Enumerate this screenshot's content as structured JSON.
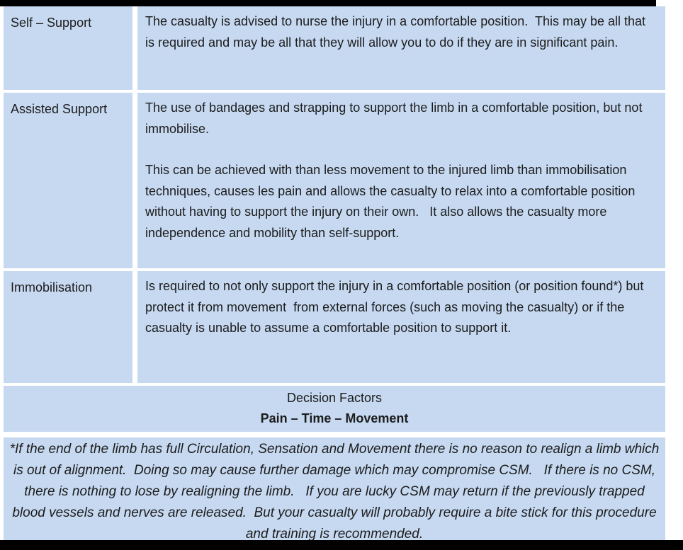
{
  "colors": {
    "cell_background": "#c6d9f1",
    "divider": "#ffffff",
    "border_bar": "#000000",
    "text": "#1c1c1c"
  },
  "table": {
    "rows": [
      {
        "label": "Self – Support",
        "paragraphs": [
          "The casualty is advised to nurse the injury in a comfortable position.  This may be all that is required and may be all that they will allow you to do if they are in significant pain."
        ]
      },
      {
        "label": "Assisted Support",
        "paragraphs": [
          "The use of bandages and strapping to support the limb in a comfortable position, but not immobilise.",
          "This can be achieved with than less movement to the injured limb than immobilisation techniques, causes les pain and allows the casualty to relax into a comfortable position without having to support the injury on their own.   It also allows the casualty more independence and mobility than self-support."
        ]
      },
      {
        "label": "Immobilisation",
        "paragraphs": [
          "Is required to not only support the injury in a comfortable position (or position found*) but protect it from movement  from external forces (such as moving the casualty) or if the casualty is unable to assume a comfortable position to support it."
        ]
      }
    ],
    "decision": {
      "title": "Decision Factors",
      "factors": "Pain – Time – Movement"
    },
    "footnote": "*If the end of the limb has full Circulation, Sensation and Movement there is no reason to realign a limb which is out of alignment.  Doing so may cause further damage which may compromise CSM.   If there is no CSM, there is nothing to lose by realigning the limb.   If you are lucky CSM may return if the previously trapped blood vessels and nerves are released.  But your casualty will probably require a bite stick for this procedure and training is recommended."
  }
}
